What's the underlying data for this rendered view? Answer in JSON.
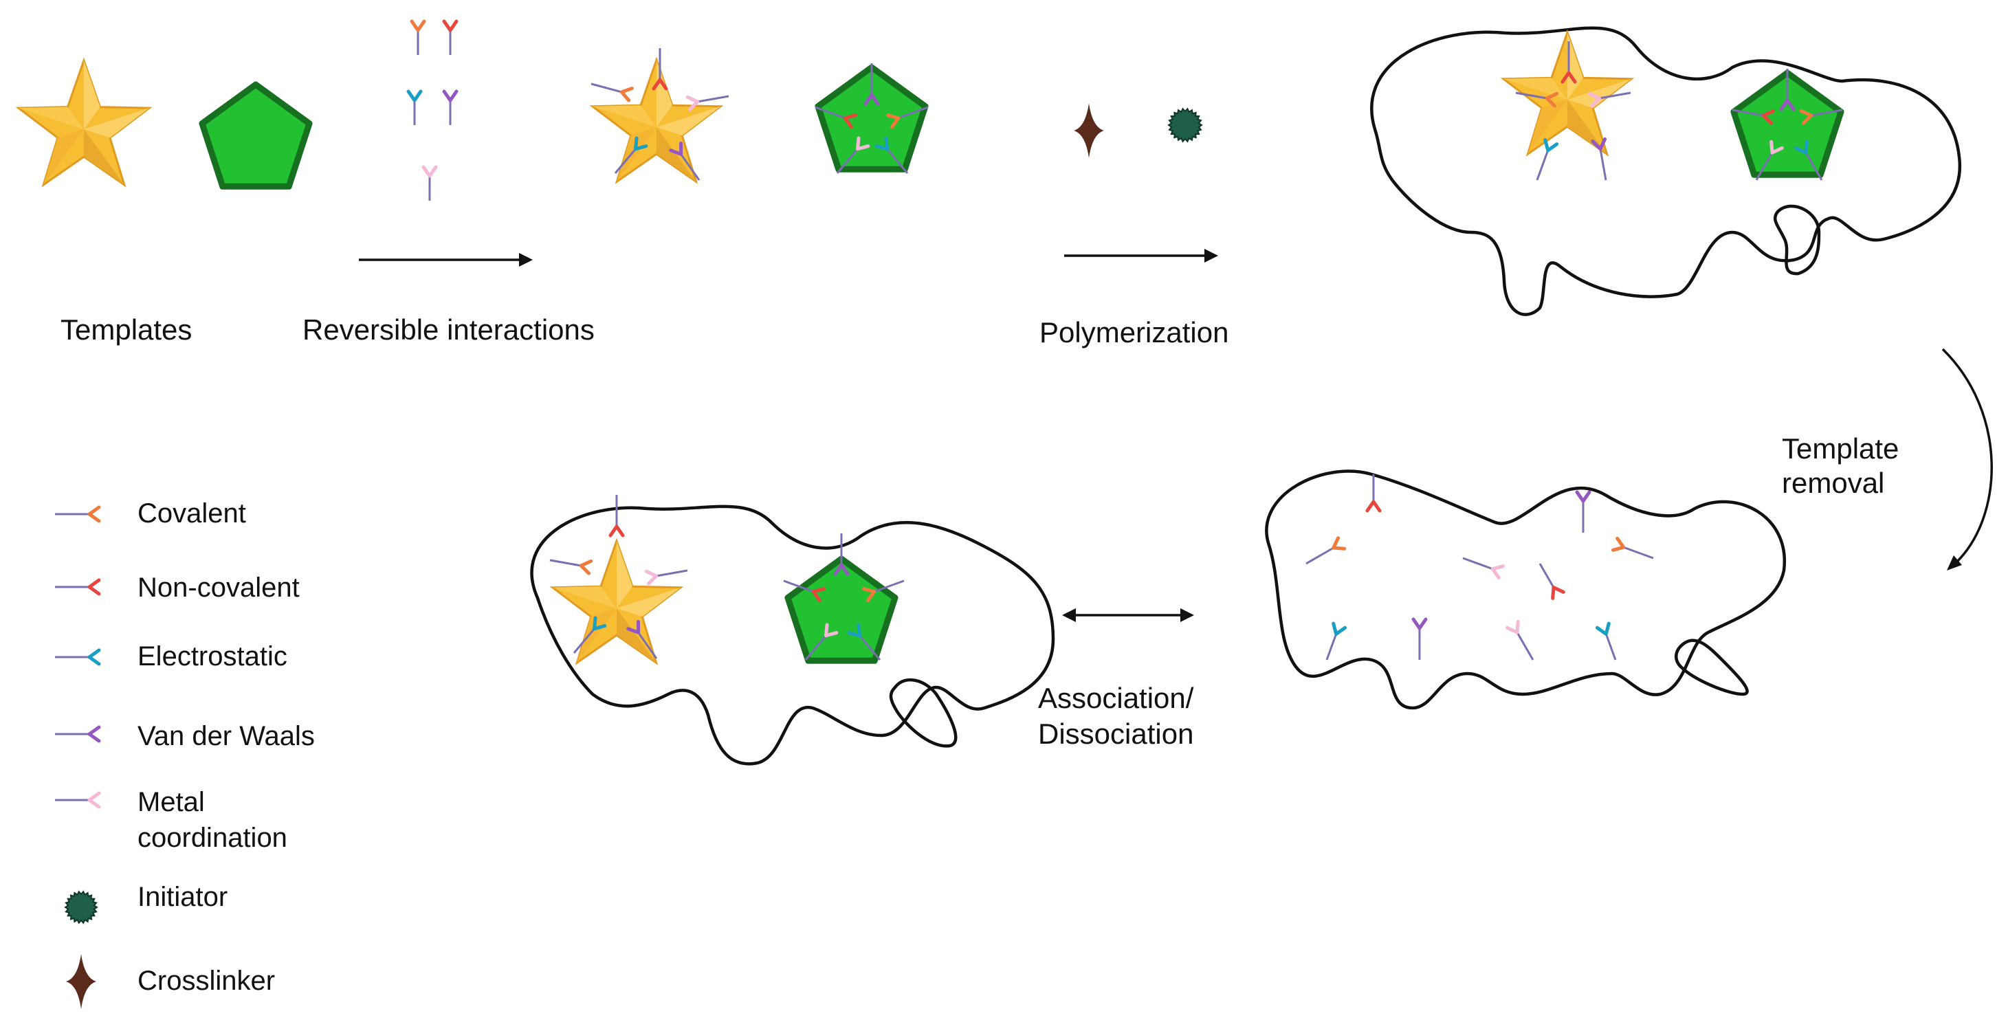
{
  "steps": {
    "templates": "Templates",
    "reversible": "Reversible interactions",
    "polymerization": "Polymerization",
    "template_removal_1": "Template",
    "template_removal_2": "removal",
    "assoc_1": "Association/",
    "assoc_2": "Dissociation"
  },
  "legend": [
    {
      "label": "Covalent",
      "color": "#f07a3a"
    },
    {
      "label": "Non-covalent",
      "color": "#e8453c"
    },
    {
      "label": "Electrostatic",
      "color": "#1a9fc4"
    },
    {
      "label": "Van der Waals",
      "color": "#9457c0"
    },
    {
      "label": "Metal coordination",
      "label_1": "Metal",
      "label_2": "coordination",
      "color": "#f5b8d6"
    },
    {
      "label": "Initiator",
      "color": "#1f5e4a"
    },
    {
      "label": "Crosslinker",
      "color": "#5a2a1a"
    }
  ],
  "colors": {
    "star": "#f7be34",
    "star_stroke": "#e09a20",
    "pentagon": "#21c131",
    "pentagon_stroke": "#16701f",
    "stem": "#7a6fb0"
  }
}
